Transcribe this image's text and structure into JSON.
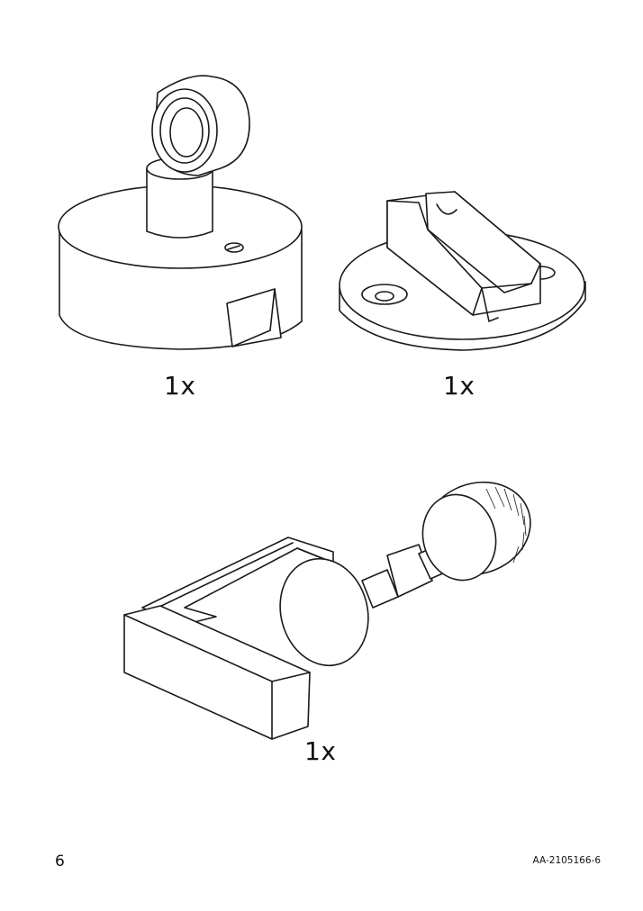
{
  "page": {
    "parts": [
      {
        "name": "ball-joint-base",
        "quantity": "1x"
      },
      {
        "name": "slotted-mount-plate",
        "quantity": "1x"
      },
      {
        "name": "screw-clamp",
        "quantity": "1x"
      }
    ],
    "page_number": "6",
    "doc_code": "AA-2105166-6"
  }
}
